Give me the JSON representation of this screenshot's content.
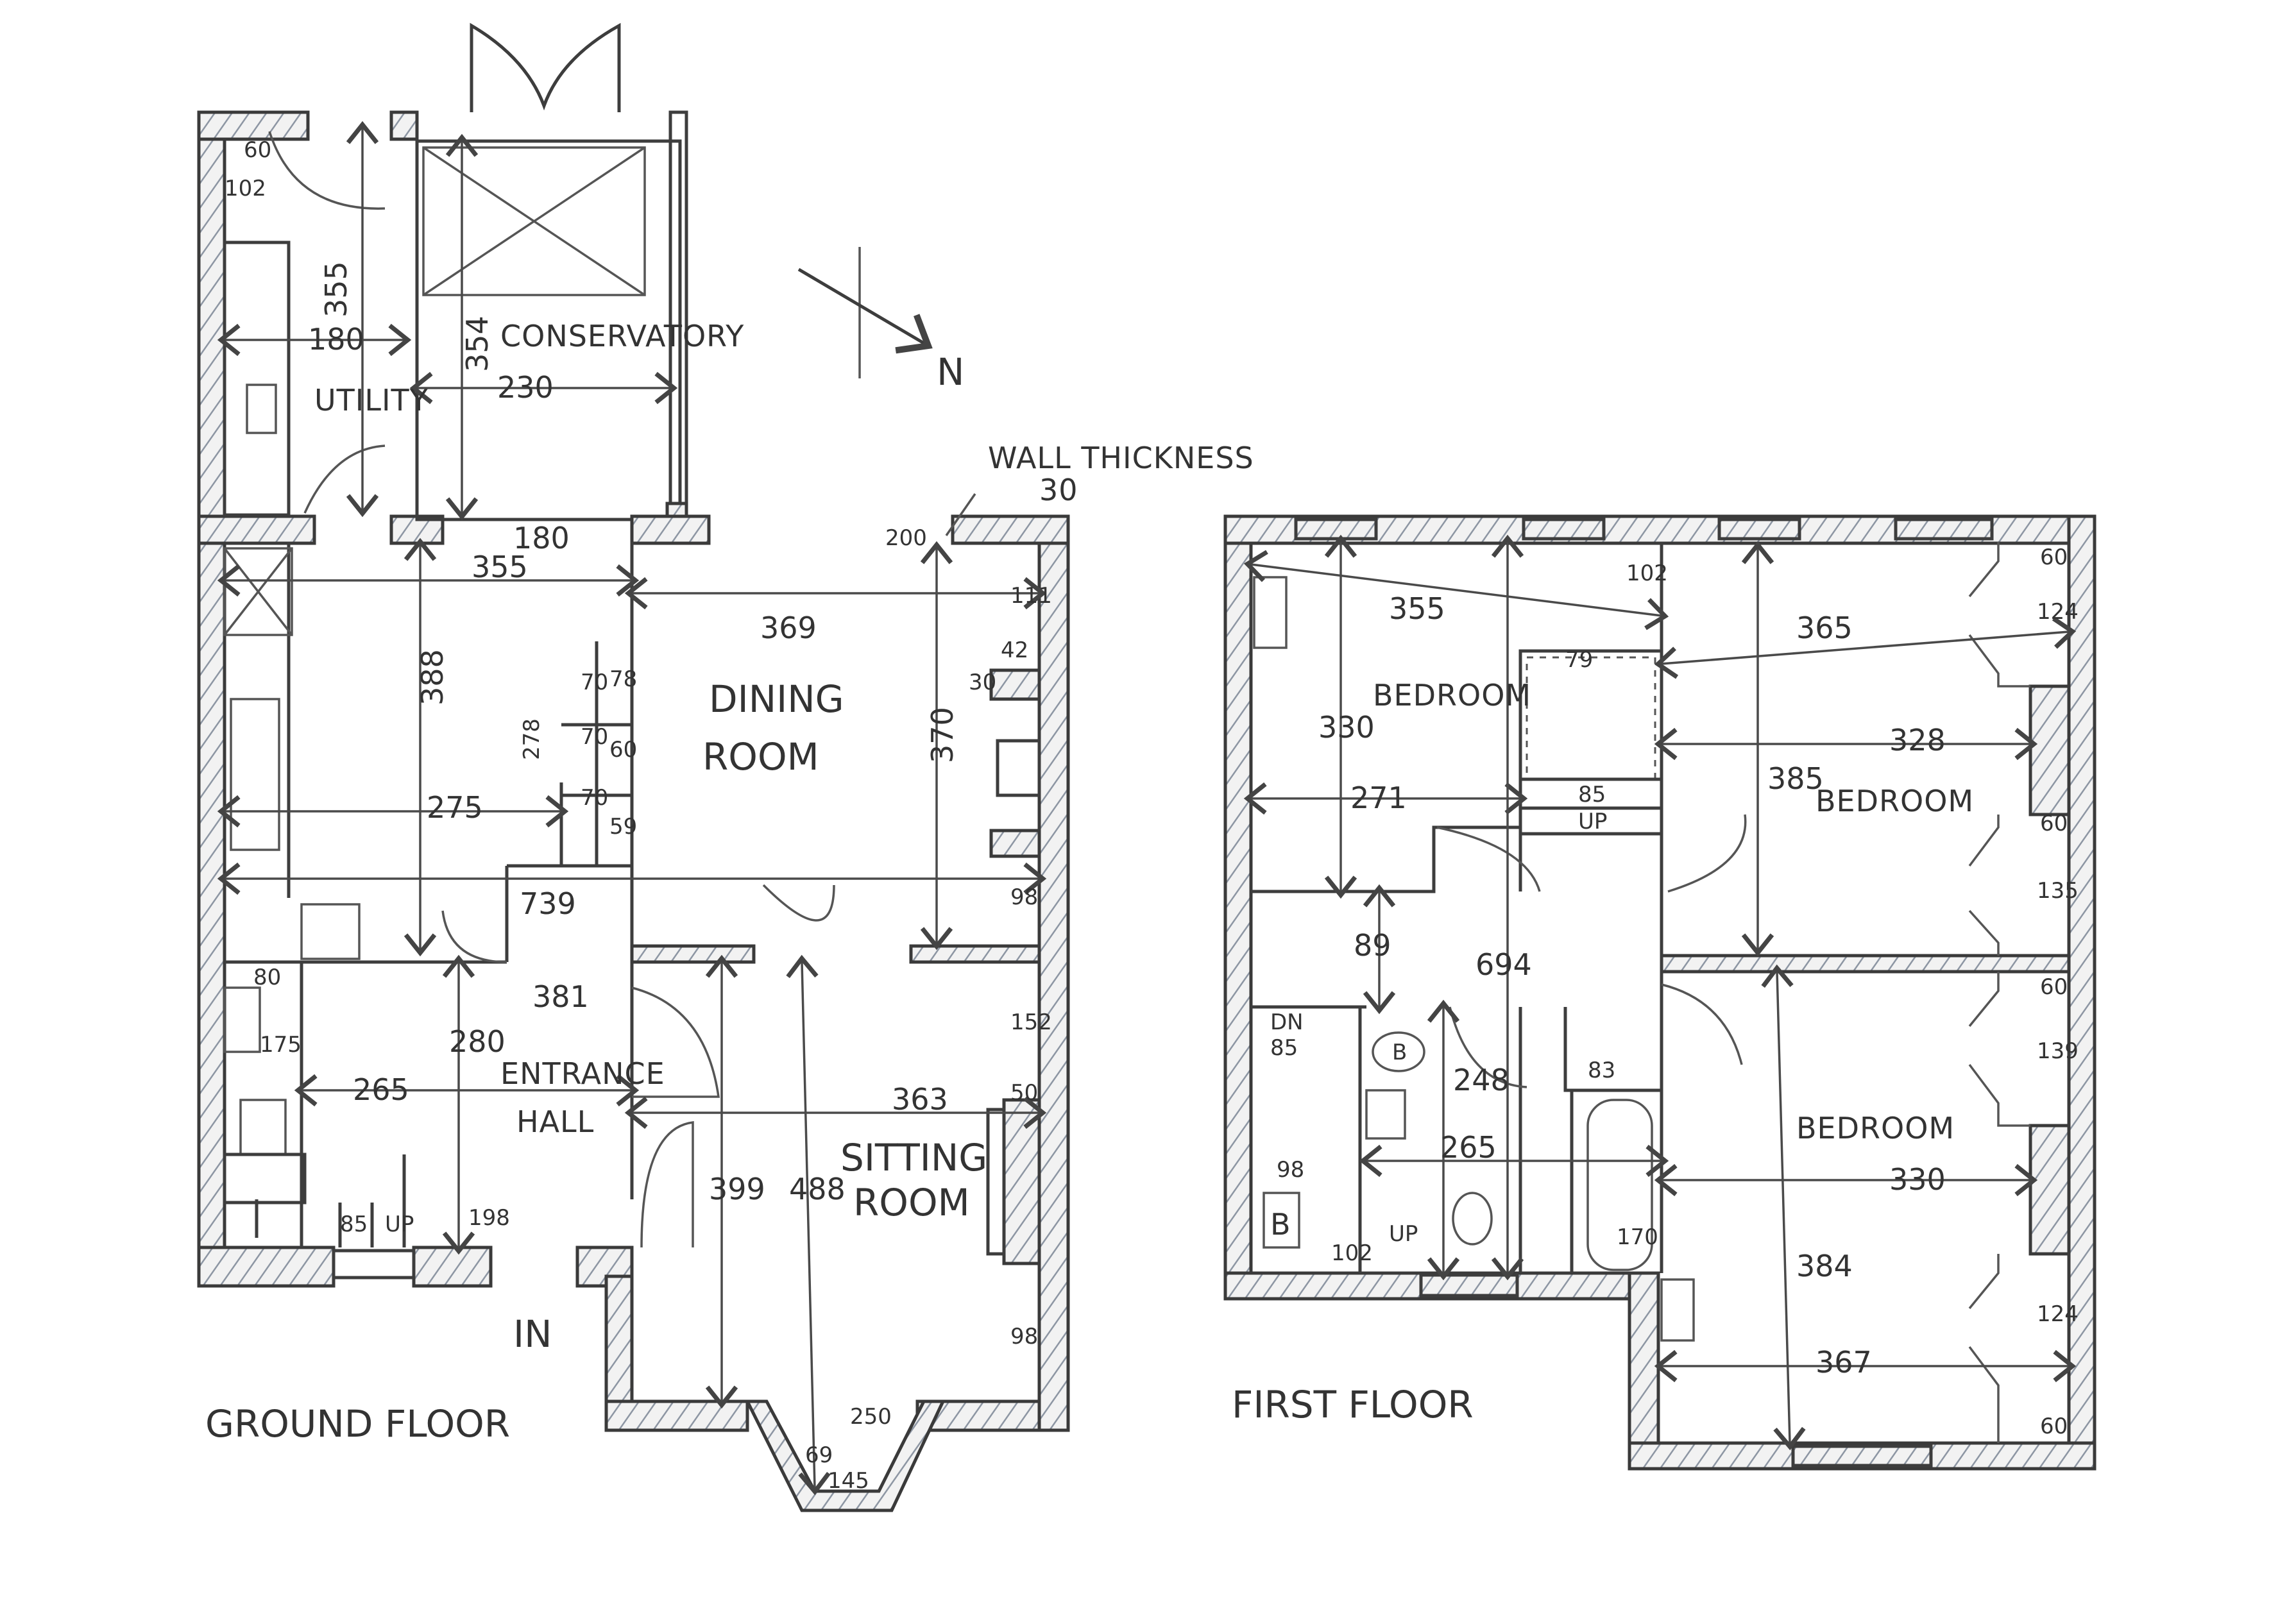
{
  "drawing": {
    "type": "hand-drawn floor plan",
    "units_note": "dimensions in cm",
    "wall_thickness_label": "WALL THICKNESS",
    "wall_thickness_value": "30",
    "north_label": "N"
  },
  "ground_floor": {
    "title": "GROUND FLOOR",
    "rooms": {
      "utility": "UTILITY",
      "conservatory": "CONSERVATORY",
      "dining": "DINING",
      "dining2": "ROOM",
      "hall": "ENTRANCE",
      "hall2": "HALL",
      "sitting": "SITTING",
      "sitting2": "ROOM",
      "entry": "IN"
    },
    "dimensions": {
      "utility_len": "355",
      "utility_width": "180",
      "utility_door_60": "60",
      "utility_door_102": "102",
      "conservatory_len": "354",
      "conservatory_width": "230",
      "opening_180": "180",
      "kitchen_width": "355",
      "kitchen_len": "388",
      "kitchen_275": "275",
      "overall_739": "739",
      "dining_width": "369",
      "dining_len": "370",
      "dining_door": "200",
      "dining_111": "111",
      "chimney_42": "42",
      "chimney_30": "30",
      "dining_98": "98",
      "stair_278": "278",
      "stair_78": "78",
      "stair_70a": "70",
      "stair_70b": "70",
      "stair_60": "60",
      "stair_70c": "70",
      "stair_59": "59",
      "hall_381": "381",
      "hall_280": "280",
      "hall_265": "265",
      "hall_198": "198",
      "wc_80": "80",
      "wc_175": "175",
      "stairs_85": "85",
      "stairs_up": "UP",
      "sitting_width": "363",
      "sitting_152": "152",
      "sitting_50": "50",
      "sitting_399": "399",
      "sitting_488": "488",
      "sitting_98": "98",
      "bay_250": "250",
      "bay_69": "69",
      "bay_145": "145"
    }
  },
  "first_floor": {
    "title": "FIRST FLOOR",
    "rooms": {
      "bed1": "BEDROOM",
      "bed2": "BEDROOM",
      "bed3": "BEDROOM"
    },
    "dimensions": {
      "bed1_width": "355",
      "bed1_len": "330",
      "bed1_271": "271",
      "bed1_102": "102",
      "landing_694": "694",
      "landing_89": "89",
      "cupboard_79": "79",
      "stair_85": "85",
      "stair_up": "UP",
      "stair_dn": "DN",
      "stair_dn_85": "85",
      "bed2_width": "365",
      "bed2_328": "328",
      "bed2_len": "385",
      "bed2_60a": "60",
      "bed2_124": "124",
      "bed2_60b": "60",
      "bed2_135": "135",
      "bath_248": "248",
      "bath_265": "265",
      "bath_83": "83",
      "bath_170": "170",
      "bath_98": "98",
      "bath_102": "102",
      "bath_up": "UP",
      "boiler": "B",
      "basin_b": "B",
      "bed3_330": "330",
      "bed3_len": "384",
      "bed3_367": "367",
      "bed3_60a": "60",
      "bed3_139": "139",
      "bed3_124": "124",
      "bed3_60b": "60"
    }
  }
}
